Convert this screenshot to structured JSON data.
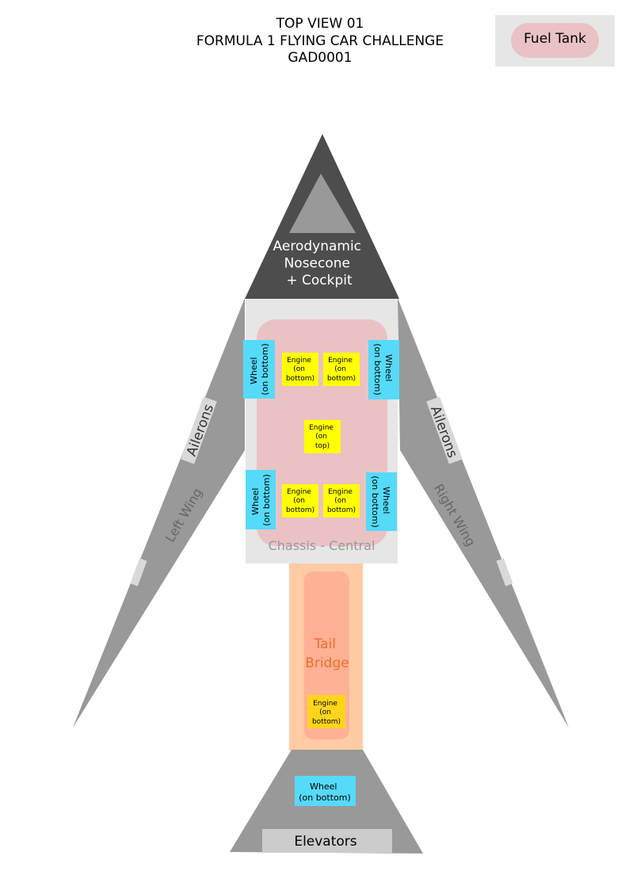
{
  "title": {
    "line1": "TOP VIEW 01",
    "line2": "FORMULA 1 FLYING CAR CHALLENGE",
    "line3": "GAD0001"
  },
  "legend": {
    "fuel_tank": "Fuel Tank"
  },
  "nosecone": {
    "line1": "Aerodynamic",
    "line2": "Nosecone",
    "line3": "+ Cockpit"
  },
  "chassis": {
    "label": "Chassis - Central"
  },
  "wheel": {
    "line1": "Wheel",
    "line2": "(on bottom)"
  },
  "engine_bottom": {
    "line1": "Engine",
    "line2": "(on",
    "line3": "bottom)"
  },
  "engine_top": {
    "line1": "Engine",
    "line2": "(on",
    "line3": "top)"
  },
  "wings": {
    "ailerons": "Ailerons",
    "left": "Left Wing",
    "right": "Right Wing"
  },
  "tail": {
    "line1": "Tail",
    "line2": "Bridge"
  },
  "elevators": {
    "label": "Elevators"
  },
  "colors": {
    "nose_dark": "#4d4d4d",
    "nose_light": "#999999",
    "wing": "#999999",
    "chassis": "#e6e6e6",
    "fuel_tank": "#eac2c3",
    "wheel": "#56daf9",
    "engine": "#ffff00",
    "tail_outer": "#ffcba4",
    "tail_inner": "#ffb195",
    "tail_engine": "#ffd51a",
    "tail_text": "#f06d2a",
    "aileron": "#d9d9d9",
    "elevator": "#cccccc"
  }
}
